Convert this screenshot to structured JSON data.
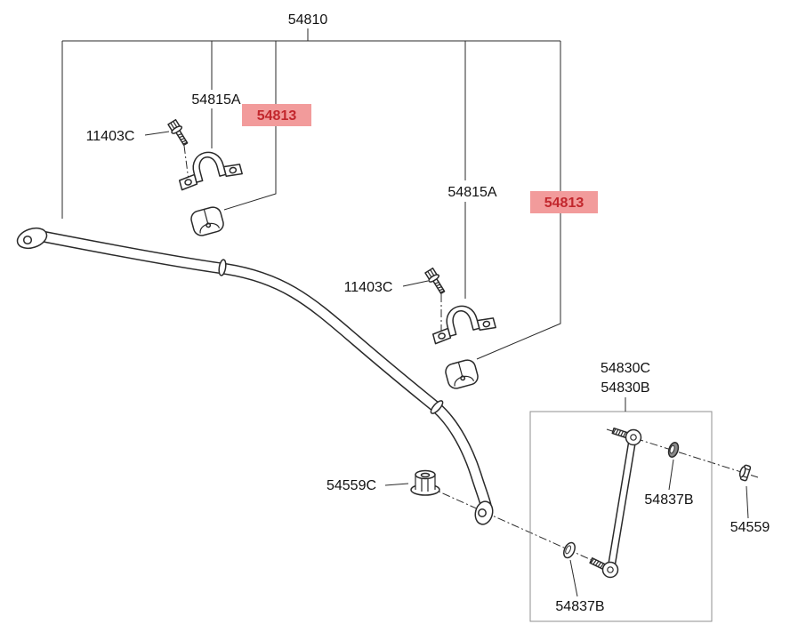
{
  "diagram": {
    "type": "exploded-parts-diagram",
    "colors": {
      "line": "#2a2a2a",
      "highlight_bg": "#f29b9b",
      "highlight_text": "#c2272d",
      "background": "#ffffff"
    },
    "labels": {
      "assembly_bar": "54810",
      "bracket_left": "54815A",
      "bushing_left": "54813",
      "bolt_left": "11403C",
      "bracket_right": "54815A",
      "bushing_right": "54813",
      "bolt_right": "11403C",
      "link_variant_1": "54830C",
      "link_variant_2": "54830B",
      "flange_nut": "54559C",
      "grommet_upper": "54837B",
      "nut": "54559",
      "grommet_lower": "54837B"
    }
  }
}
